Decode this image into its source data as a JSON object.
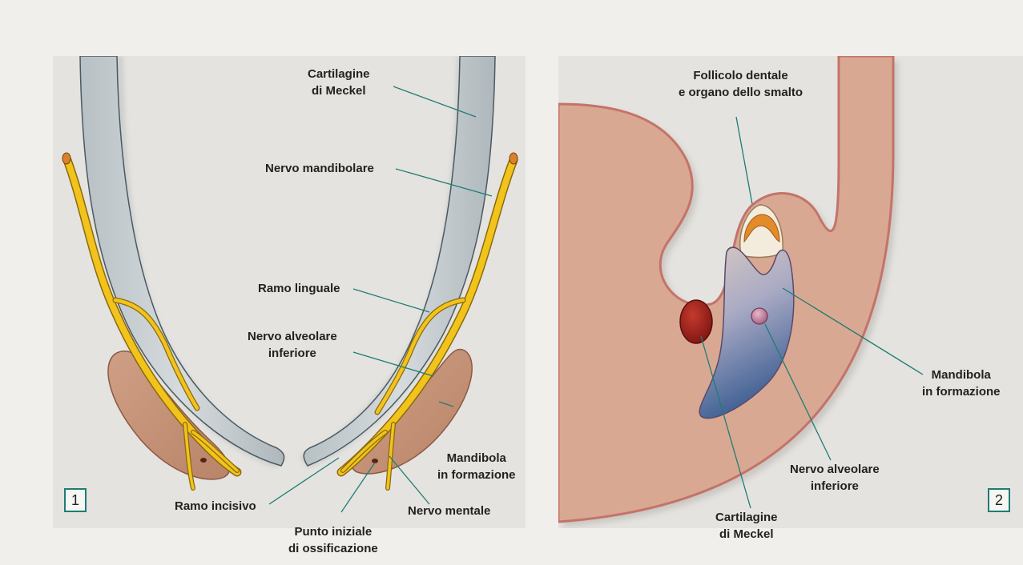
{
  "panel1": {
    "number": "1",
    "labels": {
      "cartilagine_meckel": "Cartilagine\ndi Meckel",
      "nervo_mandibolare": "Nervo mandibolare",
      "ramo_linguale": "Ramo linguale",
      "nervo_alveolare_inferiore": "Nervo alveolare\ninferiore",
      "mandibola_in_formazione": "Mandibola\nin formazione",
      "ramo_incisivo": "Ramo incisivo",
      "nervo_mentale": "Nervo mentale",
      "punto_iniziale": "Punto iniziale\ndi ossificazione"
    }
  },
  "panel2": {
    "number": "2",
    "labels": {
      "follicolo_dentale": "Follicolo dentale\ne organo dello smalto",
      "mandibola_in_formazione": "Mandibola\nin formazione",
      "nervo_alveolare_inferiore": "Nervo alveolare\ninferiore",
      "cartilagine_meckel": "Cartilagine\ndi Meckel"
    }
  },
  "colors": {
    "background": "#f0efeb",
    "panel": "#e4e3df",
    "leader_line": "#1f7d73",
    "cartilage": "#c9cfd2",
    "nerve": "#f0c419",
    "bone": "#c99a80",
    "tissue": "#d9a892",
    "tissue_edge": "#c97a6c",
    "mandible_gradient_end": "#3e5f93",
    "meckel_cross_section": "#a8211d"
  }
}
